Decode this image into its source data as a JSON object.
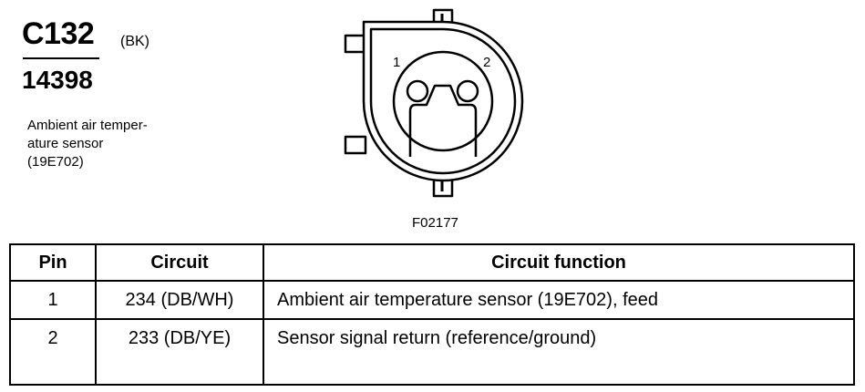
{
  "connector": {
    "id": "C132",
    "color": "(BK)",
    "part_number": "14398",
    "description_lines": [
      "Ambient air temper-",
      "ature sensor",
      "(19E702)"
    ]
  },
  "diagram": {
    "figure_id": "F02177",
    "pin_labels": [
      "1",
      "2"
    ]
  },
  "table": {
    "headers": {
      "pin": "Pin",
      "circuit": "Circuit",
      "function": "Circuit function"
    },
    "rows": [
      {
        "pin": "1",
        "circuit": "234 (DB/WH)",
        "function": "Ambient air temperature sensor (19E702), feed"
      },
      {
        "pin": "2",
        "circuit": "233 (DB/YE)",
        "function": "Sensor signal return (reference/ground)"
      }
    ]
  }
}
